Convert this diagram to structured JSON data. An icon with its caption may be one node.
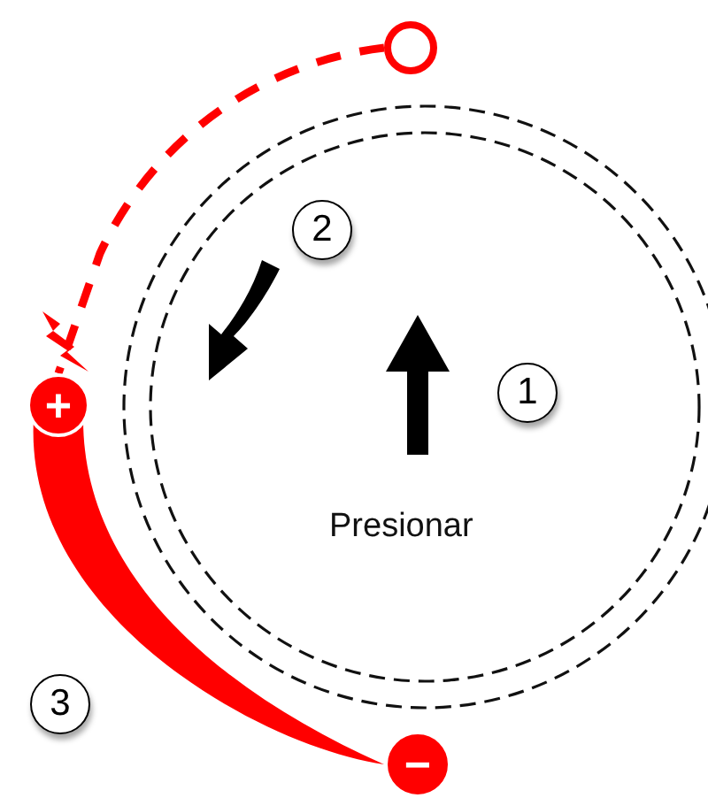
{
  "diagram": {
    "nodes": [
      {
        "text": [],
        "shape": "circle"
      },
      {
        "text": [
          "+"
        ]
      },
      {
        "text": [
          "−"
        ]
      }
    ],
    "edges": [
      {
        "from": 0,
        "to": 1,
        "arrow": "none",
        "style": "dashed",
        "color": "#ff0000"
      },
      {
        "from": 1,
        "to": 2,
        "arrow": "none",
        "style": "thick",
        "color": "#ff0000"
      }
    ],
    "labels": [
      "2",
      "1",
      "Presionar",
      "3"
    ]
  }
}
